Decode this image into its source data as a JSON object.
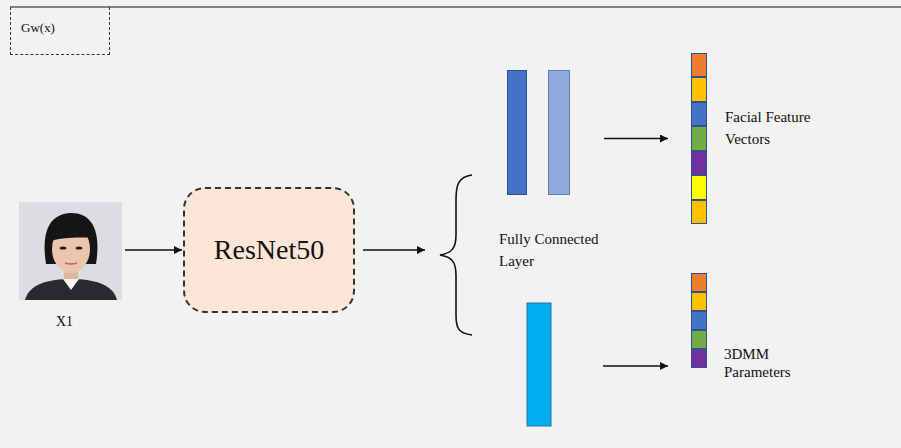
{
  "diagram": {
    "nodes": [
      {
        "text": [
          "Gw(x)"
        ]
      },
      {
        "text": [
          "X1"
        ]
      },
      {
        "text": [
          "ResNet50"
        ]
      },
      {
        "text": [
          "Fully Connected Layer"
        ]
      },
      {
        "text": [
          "Facial Feature Vectors"
        ]
      },
      {
        "text": [
          "3DMM Parameters"
        ]
      }
    ],
    "edges": [
      {
        "from": 1,
        "to": 2,
        "arrow": "to"
      },
      {
        "from": 3,
        "to": 4,
        "arrow": "to"
      }
    ]
  }
}
